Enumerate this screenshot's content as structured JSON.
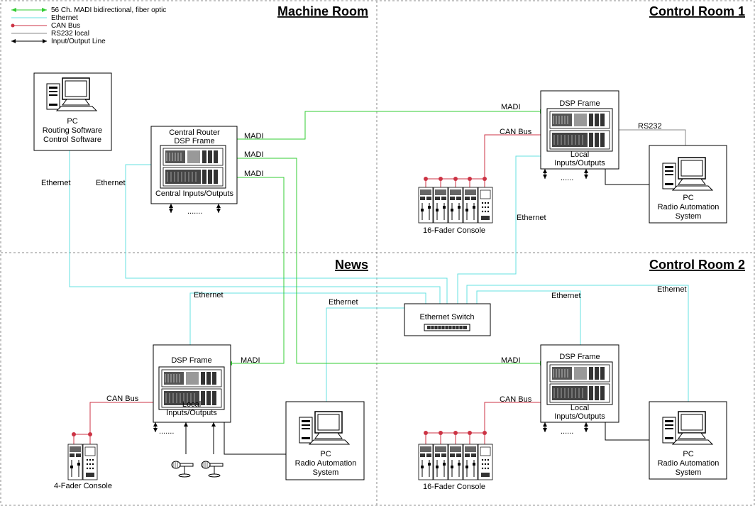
{
  "legend": {
    "madi": "56 Ch. MADI bidirectional, fiber optic",
    "ethernet": "Ethernet",
    "can": "CAN Bus",
    "rs232": "RS232 local",
    "io": "Input/Output Line"
  },
  "colors": {
    "madi": "#33cc33",
    "ethernet": "#66e0e0",
    "can": "#cc3344",
    "rs232": "#888888",
    "io": "#000000",
    "region_border": "#888888"
  },
  "regions": {
    "machine_room": "Machine Room",
    "control_room_1": "Control Room 1",
    "news": "News",
    "control_room_2": "Control Room 2"
  },
  "machine_room": {
    "pc_title": "PC",
    "pc_line1": "Routing Software",
    "pc_line2": "Control Software",
    "router_line1": "Central Router",
    "router_line2": "DSP Frame",
    "router_io": "Central Inputs/Outputs",
    "dots": ".......",
    "ethernet_left": "Ethernet",
    "ethernet_right": "Ethernet",
    "madi_1": "MADI",
    "madi_2": "MADI",
    "madi_3": "MADI"
  },
  "control_room_1": {
    "dsp_title": "DSP Frame",
    "local_line1": "Local",
    "local_line2": "Inputs/Outputs",
    "dots": "......",
    "madi": "MADI",
    "can": "CAN Bus",
    "rs232": "RS232",
    "console": "16-Fader Console",
    "pc_title": "PC",
    "pc_line1": "Radio  Automation",
    "pc_line2": "System",
    "ethernet": "Ethernet"
  },
  "switch": {
    "label": "Ethernet Switch"
  },
  "news": {
    "dsp_title": "DSP Frame",
    "local_line1": "Local",
    "local_line2": "Inputs/Outputs",
    "dots": ".......",
    "madi": "MADI",
    "can": "CAN Bus",
    "console": "4-Fader Console",
    "pc_title": "PC",
    "pc_line1": "Radio Automation",
    "pc_line2": "System",
    "ethernet_1": "Ethernet",
    "ethernet_2": "Ethernet"
  },
  "control_room_2": {
    "dsp_title": "DSP Frame",
    "local_line1": "Local",
    "local_line2": "Inputs/Outputs",
    "dots": "......",
    "madi": "MADI",
    "can": "CAN Bus",
    "console": "16-Fader Console",
    "pc_title": "PC",
    "pc_line1": "Radio Automation",
    "pc_line2": "System",
    "ethernet_1": "Ethernet",
    "ethernet_2": "Ethernet"
  }
}
